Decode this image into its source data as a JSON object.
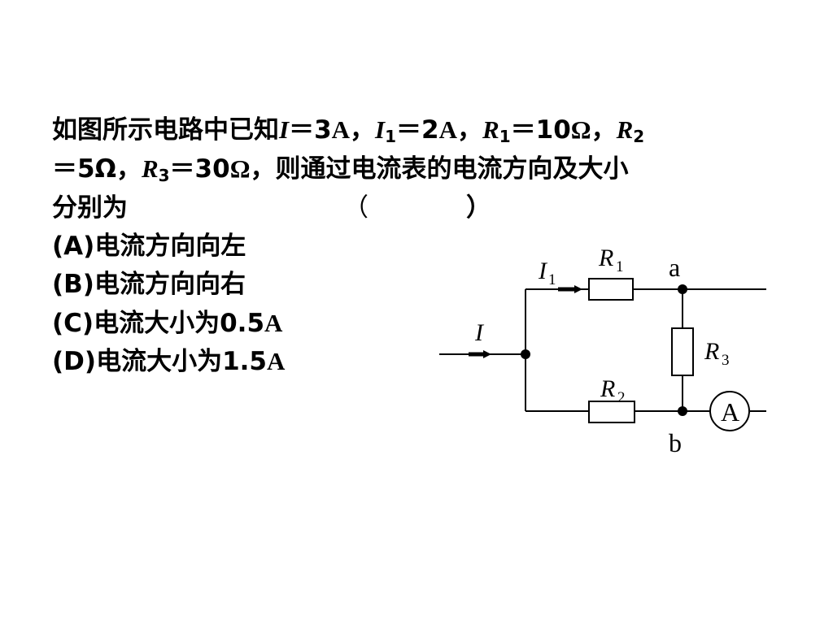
{
  "question": {
    "intro": "如图所示电路中已知",
    "I_var": "I",
    "eq": "＝",
    "I_num": "3",
    "amp_unit": "A",
    "comma": "，",
    "I1_var": "I",
    "I1_sub": "1",
    "I1_num": "2",
    "R_var": "R",
    "R1_sub": "1",
    "R1_num": "10",
    "ohm_unit": "Ω",
    "R2_sub": "2",
    "R2_num": "5",
    "R3_sub": "3",
    "R3_num": "30",
    "tail": "则通过电流表的电流方向及大小",
    "line3": "分别为",
    "paren_open": "（",
    "paren_close": "）"
  },
  "options": [
    {
      "label": "(A)",
      "text": "电流方向向左",
      "unit": ""
    },
    {
      "label": "(B)",
      "text": "电流方向向右",
      "unit": ""
    },
    {
      "label": "(C)",
      "text": "电流大小为0.5",
      "unit": "A"
    },
    {
      "label": "(D)",
      "text": "电流大小为1.5",
      "unit": "A"
    }
  ],
  "circuit": {
    "I_label": "I",
    "I1_label": "I",
    "I1_sub": "1",
    "R1_label": "R",
    "R1_sub": "1",
    "R2_label": "R",
    "R2_sub": "2",
    "R3_label": "R",
    "R3_sub": "3",
    "node_a": "a",
    "node_b": "b",
    "ammeter": "A"
  }
}
